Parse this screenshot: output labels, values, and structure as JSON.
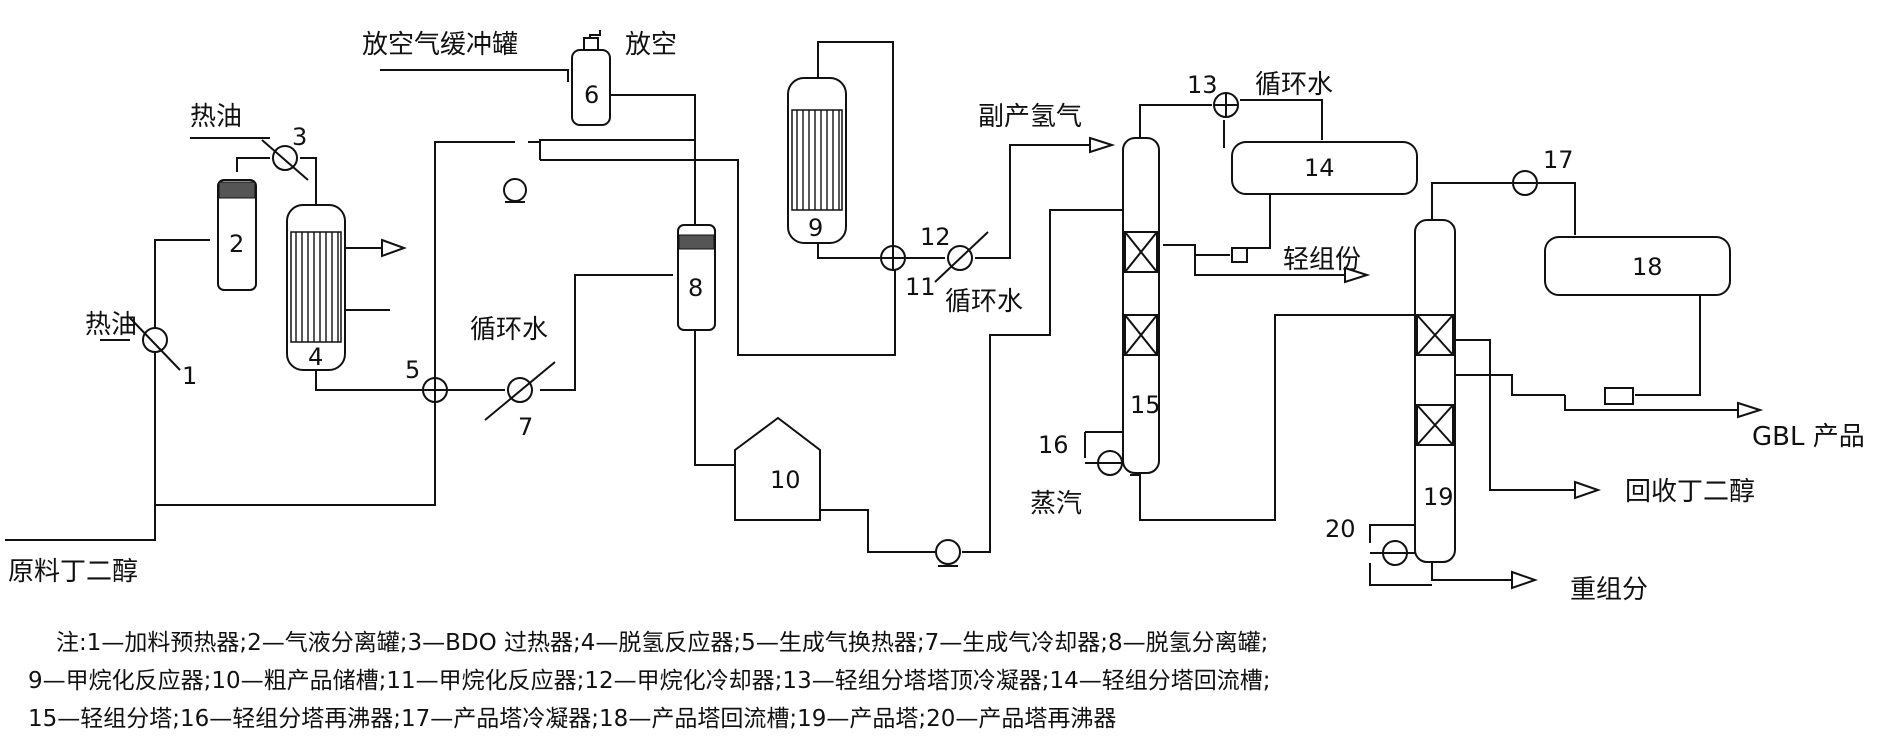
{
  "equipment_numbers": {
    "n1": "1",
    "n2": "2",
    "n3": "3",
    "n4": "4",
    "n5": "5",
    "n6": "6",
    "n7": "7",
    "n8": "8",
    "n9": "9",
    "n10": "10",
    "n11": "11",
    "n12": "12",
    "n13": "13",
    "n14": "14",
    "n15": "15",
    "n16": "16",
    "n17": "17",
    "n18": "18",
    "n19": "19",
    "n20": "20"
  },
  "stream_labels": {
    "hot_oil_1": "热油",
    "hot_oil_3": "热油",
    "vent_buffer_tank": "放空气缓冲罐",
    "vent": "放空",
    "cooling_water_7": "循环水",
    "cooling_water_11": "循环水",
    "cooling_water_13": "循环水",
    "byproduct_h2": "副产氢气",
    "light_components": "轻组份",
    "steam": "蒸汽",
    "feed_bdo": "原料丁二醇",
    "gbl_product": "GBL 产品",
    "recovered_bdo": "回收丁二醇",
    "heavy_components": "重组分"
  },
  "notes": {
    "line1": "注:1—加料预热器;2—气液分离罐;3—BDO 过热器;4—脱氢反应器;5—生成气换热器;7—生成气冷却器;8—脱氢分离罐;",
    "line2": "9—甲烷化反应器;10—粗产品储槽;11—甲烷化反应器;12—甲烷化冷却器;13—轻组分塔塔顶冷凝器;14—轻组分塔回流槽;",
    "line3": "15—轻组分塔;16—轻组分塔再沸器;17—产品塔冷凝器;18—产品塔回流槽;19—产品塔;20—产品塔再沸器"
  }
}
